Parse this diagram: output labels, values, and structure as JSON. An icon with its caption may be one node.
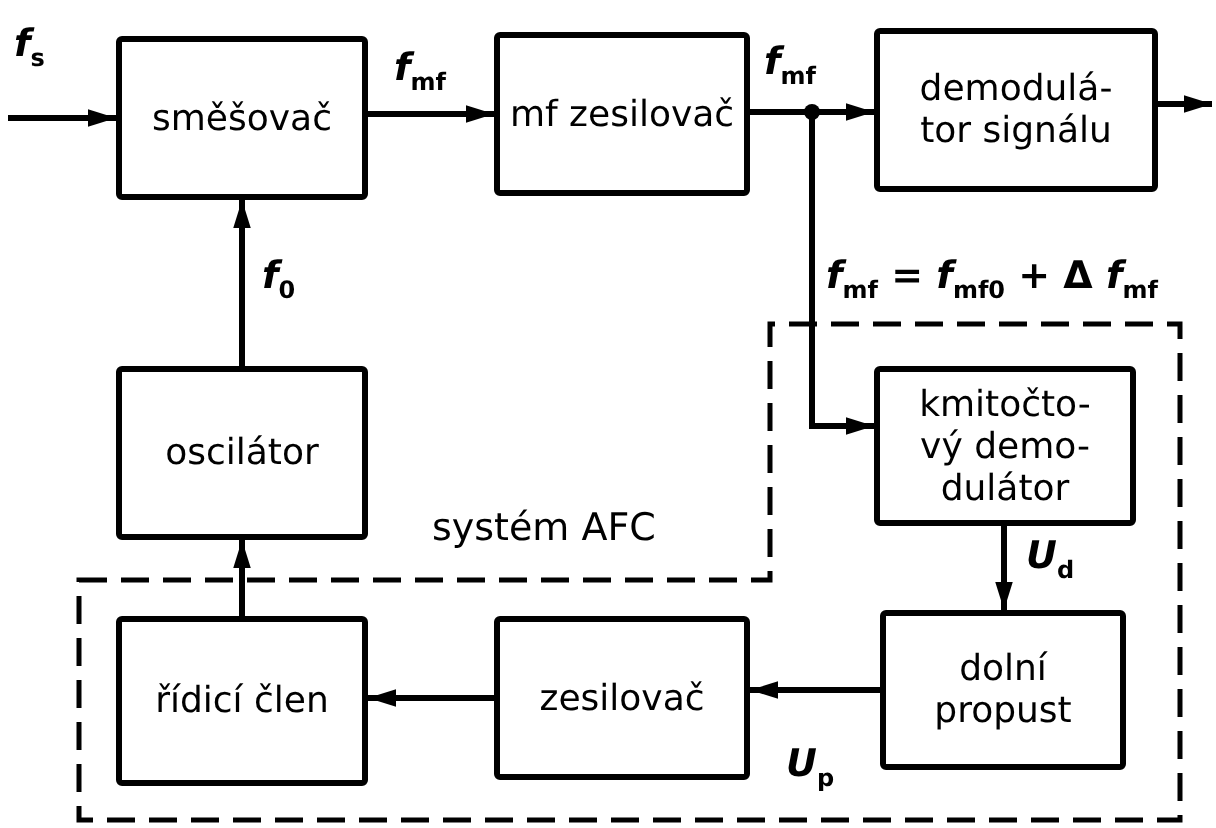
{
  "diagram": {
    "nodes": [
      {
        "text": [
          "směšovač"
        ]
      },
      {
        "text": [
          "mf zesilovač"
        ]
      },
      {
        "text": [
          "demodulá- tor signálu"
        ]
      },
      {
        "text": [
          "oscilátor"
        ]
      },
      {
        "text": [
          "systém AFC"
        ]
      },
      {
        "text": [
          "kmitočto- vý demo- dulátor"
        ],
        "in": 4
      },
      {
        "text": [
          "řídicí člen"
        ],
        "in": 4
      },
      {
        "text": [
          "zesilovač"
        ],
        "in": 4
      },
      {
        "text": [
          "dolní propust"
        ],
        "in": 4
      }
    ],
    "edges": [
      {
        "from": null,
        "to": 0,
        "arrow": "to",
        "label": "*f*$_{s}$"
      },
      {
        "from": 0,
        "to": 1,
        "arrow": "to",
        "label": "*f*$_{mf}$"
      },
      {
        "from": 1,
        "to": 2,
        "arrow": "to",
        "label": "*f*$_{mf}$"
      },
      {
        "from": 1,
        "to": 5,
        "arrow": "to"
      },
      {
        "from": 2,
        "to": null,
        "arrow": "to"
      },
      {
        "from": 3,
        "to": 0,
        "arrow": "to",
        "label": "*f*$_{0}$"
      },
      {
        "from": 5,
        "to": 8,
        "arrow": "to",
        "label": "*U*$_{d}$"
      },
      {
        "from": 8,
        "to": 7,
        "arrow": "to",
        "label": "*U*$_{p}$"
      },
      {
        "from": 7,
        "to": 6,
        "arrow": "to"
      },
      {
        "from": 6,
        "to": 3,
        "arrow": "to"
      }
    ],
    "labels": [
      "*f*$_{mf}$ = *f*$_{mf0}$ + Δ *f*$_{mf}$"
    ]
  }
}
